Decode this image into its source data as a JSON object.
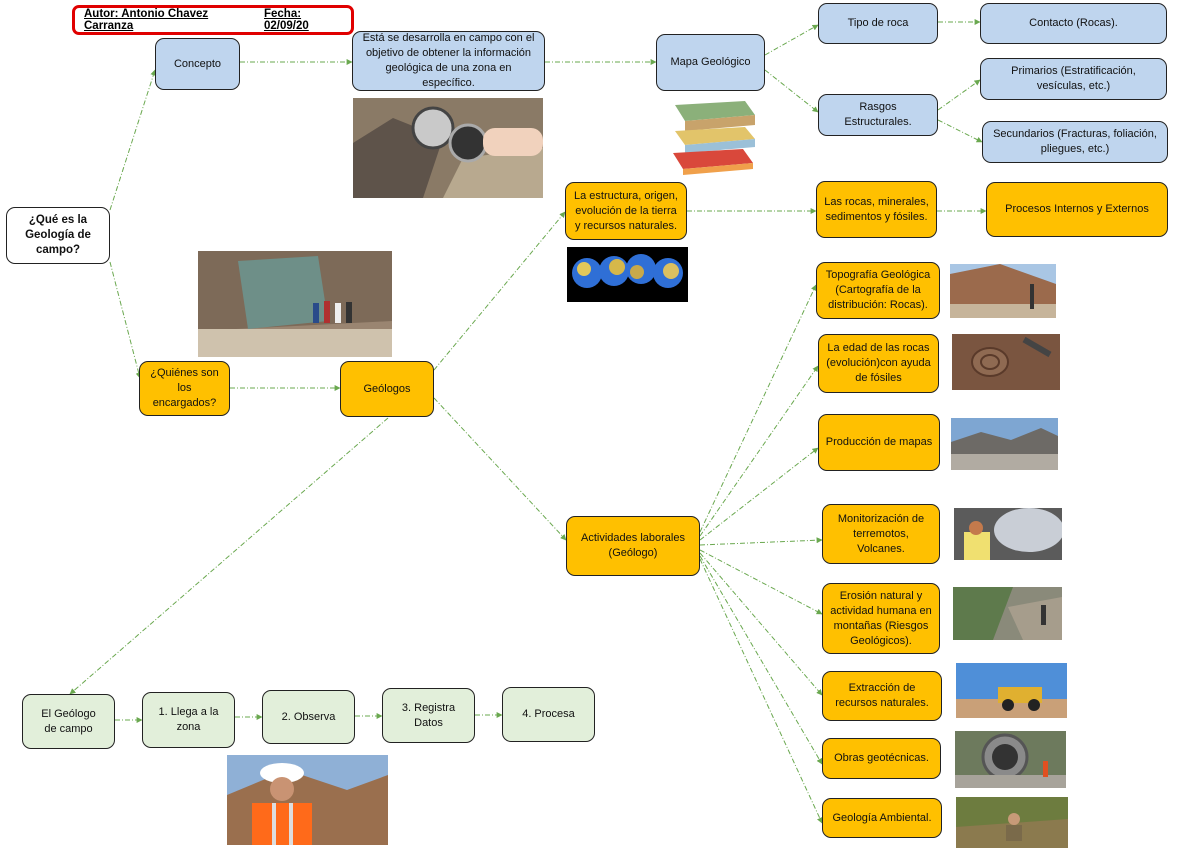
{
  "author": {
    "name": "Autor: Antonio Chavez Carranza",
    "date": "Fecha: 02/09/20"
  },
  "nodes": {
    "root": "¿Qué es la Geología de campo?",
    "concepto": "Concepto",
    "definicion": "Está se desarrolla en campo con el objetivo de obtener la información geológica de una zona en específico.",
    "mapa": "Mapa Geológico",
    "tipo_roca": "Tipo de roca",
    "contacto": "Contacto (Rocas).",
    "rasgos": "Rasgos Estructurales.",
    "primarios": "Primarios (Estratificación, vesículas, etc.)",
    "secundarios": "Secundarios (Fracturas, foliación, pliegues, etc.)",
    "encargados": "¿Quiénes son los encargados?",
    "geologos": "Geólogos",
    "estructura": "La estructura, origen, evolución de la tierra y recursos naturales.",
    "rocas": "Las rocas, minerales, sedimentos y fósiles.",
    "procesos": "Procesos Internos y Externos",
    "actividades": "Actividades laborales (Geólogo)",
    "topografia": "Topografía Geológica (Cartografía de la distribución: Rocas).",
    "edad": "La edad de las rocas (evolución)con ayuda de fósiles",
    "produccion": "Producción de mapas",
    "monitorizacion": "Monitorización de terremotos, Volcanes.",
    "erosion": "Erosión natural y actividad humana en montañas (Riesgos Geológicos).",
    "extraccion": "Extracción de recursos naturales.",
    "obras": "Obras geotécnicas.",
    "ambiental": "Geología Ambiental.",
    "geologo_campo": "El Geólogo de campo",
    "paso1": "1. Llega a la zona",
    "paso2": "2. Observa",
    "paso3": "3. Registra Datos",
    "paso4": "4. Procesa"
  }
}
